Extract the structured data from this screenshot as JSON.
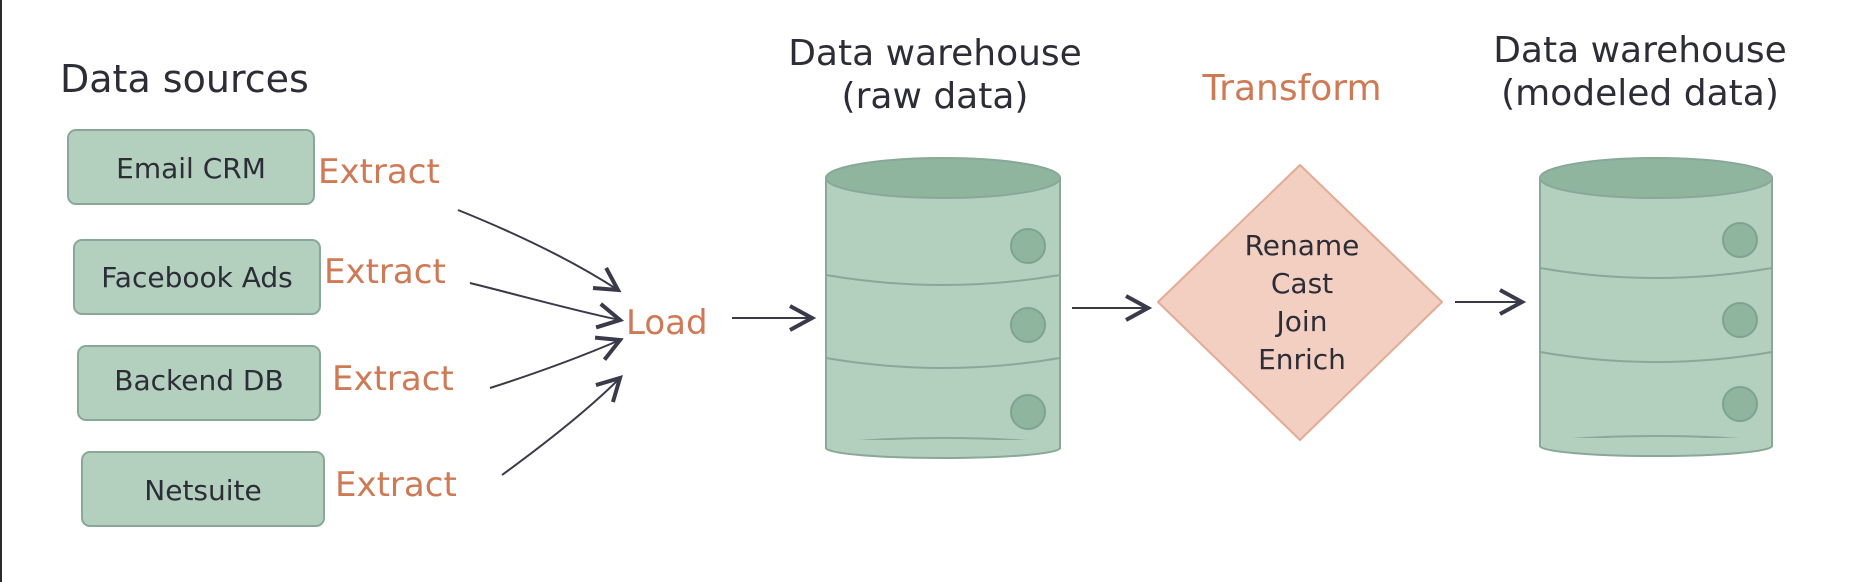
{
  "headings": {
    "data_sources": "Data sources",
    "warehouse_raw_line1": "Data warehouse",
    "warehouse_raw_line2": "(raw data)",
    "transform": "Transform",
    "warehouse_modeled_line1": "Data warehouse",
    "warehouse_modeled_line2": "(modeled data)"
  },
  "sources": [
    {
      "label": "Email CRM",
      "action": "Extract"
    },
    {
      "label": "Facebook Ads",
      "action": "Extract"
    },
    {
      "label": "Backend DB",
      "action": "Extract"
    },
    {
      "label": "Netsuite",
      "action": "Extract"
    }
  ],
  "load_label": "Load",
  "transform_steps": [
    "Rename",
    "Cast",
    "Join",
    "Enrich"
  ],
  "colors": {
    "node_fill": "#b3cfbd",
    "node_fill_dark": "#8fb59e",
    "node_stroke": "#8aa898",
    "accent_text": "#cf7a56",
    "diamond_fill": "#f2cfc0",
    "diamond_stroke": "#e3ab96",
    "arrow": "#3a3a4a",
    "text": "#2d2d38"
  }
}
